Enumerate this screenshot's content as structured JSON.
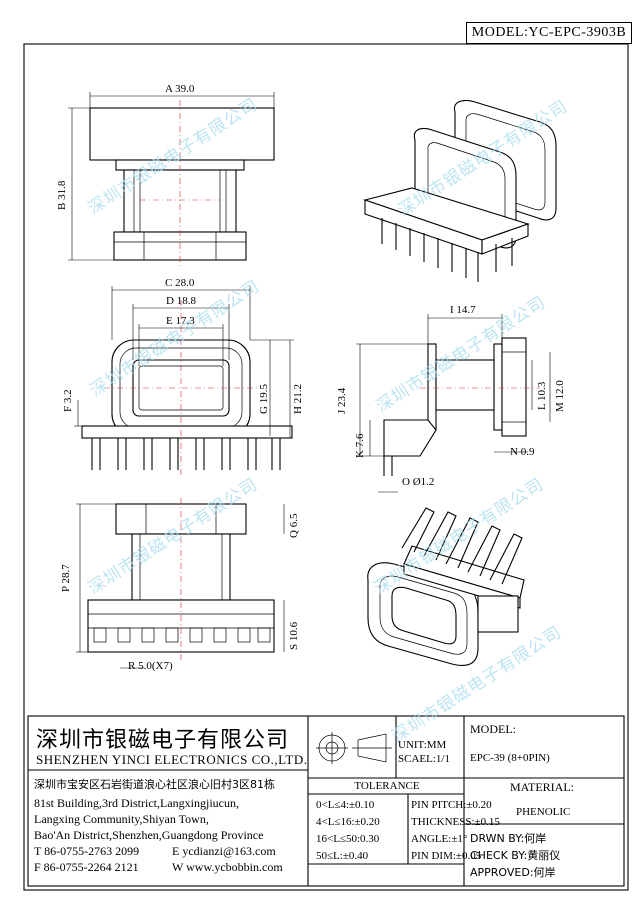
{
  "header": {
    "model_label": "MODEL:YC-EPC-3903B"
  },
  "dimensions": {
    "A": "A 39.0",
    "B": "B 31.8",
    "C": "C 28.0",
    "D": "D 18.8",
    "E": "E 17.3",
    "F": "F 3.2",
    "G": "G 19.5",
    "H": "H 21.2",
    "I": "I 14.7",
    "J": "J 23.4",
    "K": "K 7.6",
    "L": "L 10.3",
    "M": "M 12.0",
    "N": "N 0.9",
    "O": "O Ø1.2",
    "P": "P 28.7",
    "Q": "Q 6.5",
    "R": "R 5.0(X7)",
    "S": "S 10.6"
  },
  "watermark": {
    "text": "深圳市银磁电子有限公司"
  },
  "title_block": {
    "company_cn": "深圳市银磁电子有限公司",
    "company_en": "SHENZHEN YINCI ELECTRONICS CO.,LTD.",
    "address_cn": "深圳市宝安区石岩街道浪心社区浪心旧村3区81栋",
    "address_en_1": "81st Building,3rd District,Langxingjiucun,",
    "address_en_2": "Langxing Community,Shiyan Town,",
    "address_en_3": "Bao'An District,Shenzhen,Guangdong Province",
    "tel": "T 86-0755-2763 2099",
    "fax": "F 86-0755-2264 2121",
    "email": "E ycdianzi@163.com",
    "website": "W www.ycbobbin.com",
    "unit": "UNIT:MM",
    "scale": "SCAEL:1/1",
    "model_heading": "MODEL:",
    "model_value": "EPC-39 (8+0PIN)",
    "tolerance_heading": "TOLERANCE",
    "tolerances": [
      "0<L≤4:±0.10",
      "4<L≤16:±0.20",
      "16<L≤50:0.30",
      "50≤L:±0.40"
    ],
    "pin_specs": [
      "PIN PITCH:±0.20",
      "THICKNESS:±0.15",
      "ANGLE:±1°",
      "PIN DIM:±0.05"
    ],
    "material_heading": "MATERIAL:",
    "material_value": "PHENOLIC",
    "drawn_by": "DRWN BY:何岸",
    "check_by": "CHECK BY:黄丽仪",
    "approved": "APPROVED:何岸"
  }
}
